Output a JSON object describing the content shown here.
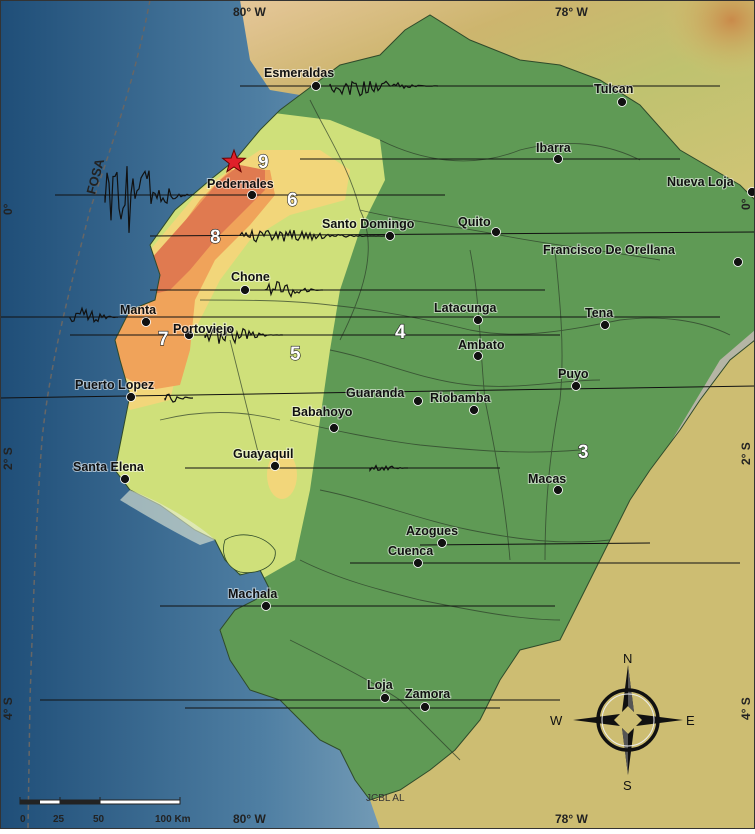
{
  "grid": {
    "top": [
      "80° W",
      "78° W"
    ],
    "bottom": [
      "80° W",
      "78° W"
    ],
    "left": [
      "0°",
      "2° S",
      "4° S"
    ],
    "right": [
      "0°",
      "2° S",
      "4° S"
    ]
  },
  "trench_label": "FOSA",
  "epicenter": {
    "label": "9",
    "color": "#e0202a"
  },
  "zones": [
    {
      "id": "9",
      "label": "9"
    },
    {
      "id": "8",
      "label": "8"
    },
    {
      "id": "7",
      "label": "7"
    },
    {
      "id": "6",
      "label": "6"
    },
    {
      "id": "5",
      "label": "5"
    },
    {
      "id": "4",
      "label": "4"
    },
    {
      "id": "3",
      "label": "3"
    }
  ],
  "zone_colors": {
    "8": "#e07a50",
    "7": "#f0a35a",
    "6": "#f2d67a",
    "5": "#cfe07a",
    "4": "#5f9a55",
    "3": "#b5b5a5",
    "ocean": "#1f4f7a",
    "land_out": "#c9b575"
  },
  "cities": [
    "Esmeraldas",
    "Tulcan",
    "Ibarra",
    "Nueva Loja",
    "Pedernales",
    "Quito",
    "Santo Domingo",
    "Francisco De Orellana",
    "Chone",
    "Manta",
    "Portoviejo",
    "Latacunga",
    "Tena",
    "Ambato",
    "Puyo",
    "Puerto Lopez",
    "Guaranda",
    "Riobamba",
    "Babahoyo",
    "Guayaquil",
    "Santa Elena",
    "Macas",
    "Azogues",
    "Cuenca",
    "Machala",
    "Loja",
    "Zamora"
  ],
  "compass": {
    "n": "N",
    "s": "S",
    "e": "E",
    "w": "W"
  },
  "scale": {
    "ticks": [
      "0",
      "25",
      "50",
      "100 Km"
    ]
  },
  "credit": "JCBL AL"
}
